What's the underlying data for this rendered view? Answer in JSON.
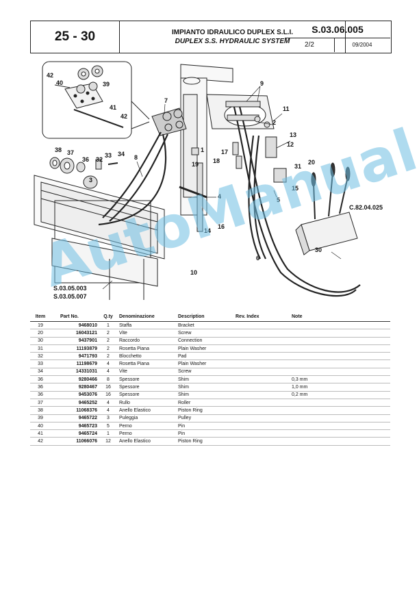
{
  "header": {
    "group_code": "25 - 30",
    "title_it": "IMPIANTO IDRAULICO DUPLEX S.L.I.",
    "title_en": "DUPLEX S.S. HYDRAULIC SYSTEM",
    "sheet_code": "S.03.06.005",
    "page": "2/2",
    "date": "09/2004"
  },
  "drawing": {
    "callouts": [
      "42",
      "40",
      "39",
      "41",
      "42",
      "7",
      "9",
      "11",
      "2",
      "13",
      "12",
      "31",
      "20",
      "38",
      "37",
      "36",
      "33",
      "32",
      "34",
      "8",
      "3",
      "19",
      "17",
      "18",
      "1",
      "4",
      "5",
      "15",
      "16",
      "14",
      "6",
      "10",
      "30"
    ],
    "refs": [
      "C.82.04.025",
      "S.03.05.003",
      "S.03.05.007"
    ]
  },
  "watermark": "AutoManual",
  "table": {
    "headers": {
      "item": "Item",
      "part_no": "Part No.",
      "qty": "Q.ty",
      "denominazione": "Denominazione",
      "description": "Description",
      "rev_index": "Rev. Index",
      "note": "Note"
    },
    "rows": [
      {
        "item": "19",
        "part_no": "9468010",
        "qty": "1",
        "den": "Staffa",
        "desc": "Bracket",
        "rev": "",
        "note": ""
      },
      {
        "item": "20",
        "part_no": "16043121",
        "qty": "2",
        "den": "Vite",
        "desc": "Screw",
        "rev": "",
        "note": ""
      },
      {
        "item": "30",
        "part_no": "9437901",
        "qty": "2",
        "den": "Raccordo",
        "desc": "Connection",
        "rev": "",
        "note": ""
      },
      {
        "item": "31",
        "part_no": "11193879",
        "qty": "2",
        "den": "Rosetta Piana",
        "desc": "Plain Washer",
        "rev": "",
        "note": ""
      },
      {
        "item": "32",
        "part_no": "9471793",
        "qty": "2",
        "den": "Blocchetto",
        "desc": "Pad",
        "rev": "",
        "note": ""
      },
      {
        "item": "33",
        "part_no": "11198679",
        "qty": "4",
        "den": "Rosetta Piana",
        "desc": "Plain Washer",
        "rev": "",
        "note": ""
      },
      {
        "item": "34",
        "part_no": "14331031",
        "qty": "4",
        "den": "Vite",
        "desc": "Screw",
        "rev": "",
        "note": ""
      },
      {
        "item": "36",
        "part_no": "9280466",
        "qty": "8",
        "den": "Spessore",
        "desc": "Shim",
        "rev": "",
        "note": "0,3 mm"
      },
      {
        "item": "36",
        "part_no": "9280467",
        "qty": "16",
        "den": "Spessore",
        "desc": "Shim",
        "rev": "",
        "note": "1,0 mm"
      },
      {
        "item": "36",
        "part_no": "9453076",
        "qty": "16",
        "den": "Spessore",
        "desc": "Shim",
        "rev": "",
        "note": "0,2 mm"
      },
      {
        "item": "37",
        "part_no": "9465252",
        "qty": "4",
        "den": "Rullo",
        "desc": "Roller",
        "rev": "",
        "note": ""
      },
      {
        "item": "38",
        "part_no": "11068376",
        "qty": "4",
        "den": "Anello Elastico",
        "desc": "Piston Ring",
        "rev": "",
        "note": ""
      },
      {
        "item": "39",
        "part_no": "9465722",
        "qty": "3",
        "den": "Puleggia",
        "desc": "Pulley",
        "rev": "",
        "note": ""
      },
      {
        "item": "40",
        "part_no": "9465723",
        "qty": "5",
        "den": "Perno",
        "desc": "Pin",
        "rev": "",
        "note": ""
      },
      {
        "item": "41",
        "part_no": "9465724",
        "qty": "1",
        "den": "Perno",
        "desc": "Pin",
        "rev": "",
        "note": ""
      },
      {
        "item": "42",
        "part_no": "11066076",
        "qty": "12",
        "den": "Anello Elastico",
        "desc": "Piston Ring",
        "rev": "",
        "note": ""
      }
    ]
  }
}
